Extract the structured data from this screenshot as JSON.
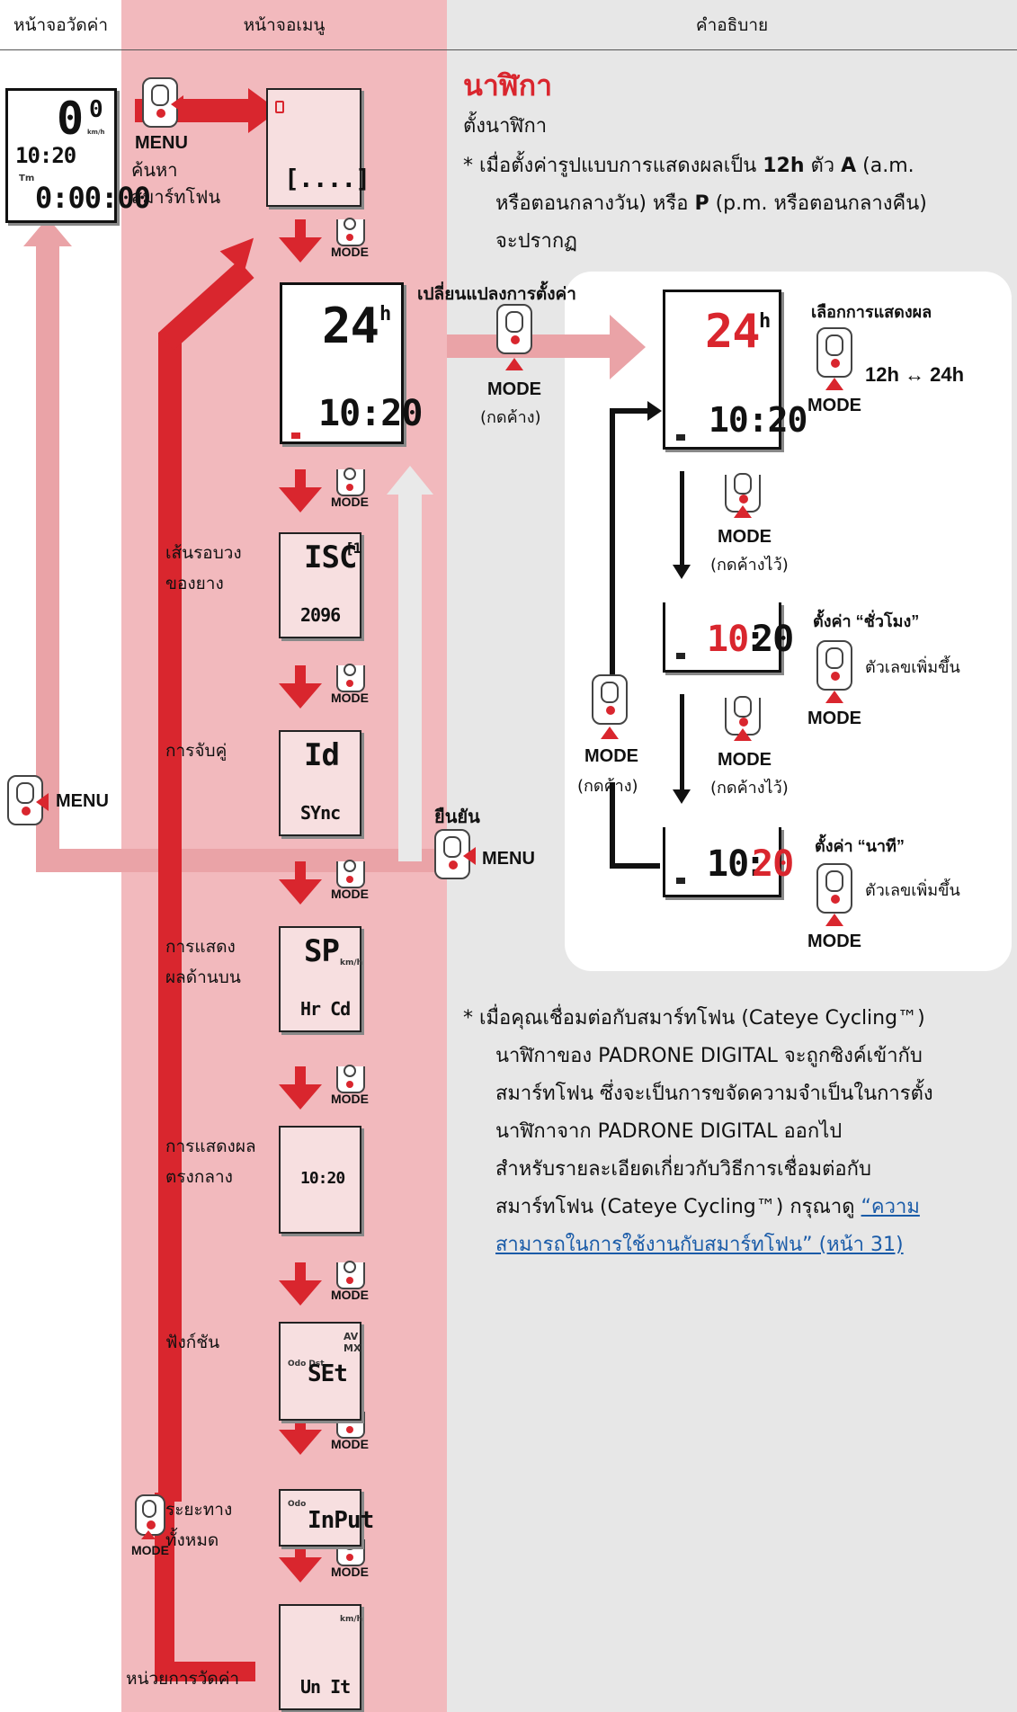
{
  "headers": {
    "measure": "หน้าจอวัดค่า",
    "menu": "หน้าจอเมนู",
    "desc": "คำอธิบาย"
  },
  "main_lcd": {
    "speed": "0",
    "speed_dec": "0",
    "speed_unit": "km/h",
    "clock": "10:20",
    "tm": "Tm",
    "time": "0:00:00"
  },
  "menu_btn_label": "MENU",
  "search_phone": "ค้นหา\nสมาร์ทโฟน",
  "mode_label": "MODE",
  "clock_lcd": {
    "top": "24",
    "top_h": "h",
    "bottom": "10:20"
  },
  "menu_items": [
    {
      "label": "เส้นรอบวง\nของยาง",
      "top": "ISC",
      "sub": "[1",
      "bottom": "2096"
    },
    {
      "label": "การจับคู่",
      "top": "Id",
      "bottom": "SYnc"
    },
    {
      "label": "การแสดง\nผลด้านบน",
      "top": "SP",
      "unit": "km/h",
      "bottom": "Hr Cd"
    },
    {
      "label": "การแสดงผล\nตรงกลาง",
      "mid": "10:20"
    },
    {
      "label": "ฟังก์ชัน",
      "small": "Odo  Dst",
      "mid": "SEt",
      "tags": "AV\nMX"
    },
    {
      "label": "ระยะทาง\nทั้งหมด",
      "small": "Odo",
      "mid": "InPut"
    },
    {
      "label": "หน่วยการวัดค่า",
      "unit": "km/h",
      "bottom": "Un It"
    }
  ],
  "confirm_label": "ยืนยัน",
  "desc": {
    "title": "นาฬิกา",
    "subtitle": "ตั้งนาฬิกา",
    "note1_a": "* เมื่อตั้งค่ารูปแบบการแสดงผลเป็น ",
    "note1_b": "12h",
    "note1_c": " ตัว ",
    "note1_d": "A",
    "note1_e": " (a.m.",
    "note1_line2_a": "หรือตอนกลางวัน) หรือ ",
    "note1_line2_b": "P",
    "note1_line2_c": " (p.m. หรือตอนกลางคืน)",
    "note1_line3": "จะปรากฏ",
    "change_setting": "เปลี่ยนแปลงการตั้งค่า",
    "hold": "(กดค้าง)",
    "hold2": "(กดค้างไว้)",
    "select_display": "เลือกการแสดงผล",
    "toggle_12": "12h",
    "toggle_arrow": "↔",
    "toggle_24": "24h",
    "set_hour": "ตั้งค่า “ชั่วโมง”",
    "set_minute": "ตั้งค่า “นาที”",
    "increase": "ตัวเลขเพิ่มขึ้น",
    "lcd_top": "24",
    "lcd_h": "h",
    "lcd_bottom": "10:20",
    "lcd_hr": "10",
    "lcd_min": "20",
    "note2_lines": [
      "* เมื่อคุณเชื่อมต่อกับสมาร์ทโฟน (Cateye Cycling™)",
      "นาฬิกาของ PADRONE DIGITAL จะถูกซิงค์เข้ากับ",
      "สมาร์ทโฟน ซึ่งจะเป็นการขจัดความจำเป็นในการตั้ง",
      "นาฬิกาจาก PADRONE DIGITAL ออกไป",
      "สำหรับรายละเอียดเกี่ยวกับวิธีการเชื่อมต่อกับ"
    ],
    "note2_line6_a": "สมาร์ทโฟน (Cateye Cycling™) กรุณาดู ",
    "note2_link1": "“ความ",
    "note2_link2": "สามารถในการใช้งานกับสมาร์ทโฟน” (หน้า 31)"
  },
  "colors": {
    "red": "#d9262e",
    "pink": "#f2b9bd",
    "pale_band": "#eaa3a7",
    "grey": "#e7e7e7"
  }
}
